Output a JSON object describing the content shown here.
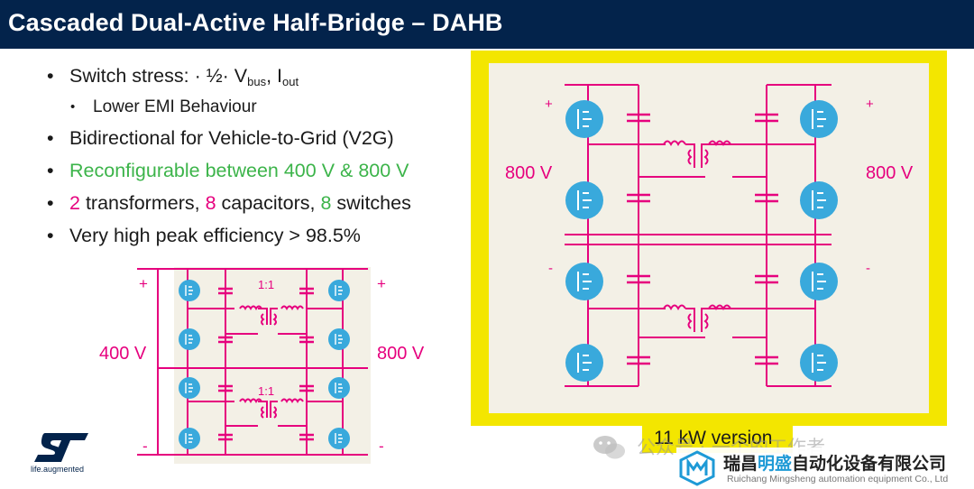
{
  "title": "Cascaded Dual-Active Half-Bridge – DAHB",
  "bullets": {
    "b1": {
      "text": "Switch stress: · ½· V",
      "sub1": "bus",
      "mid": ",   I",
      "sub2": "out"
    },
    "b1_sub": "Lower EMI Behaviour",
    "b2": "Bidirectional for Vehicle-to-Grid (V2G)",
    "b3": "Reconfigurable between 400 V & 800 V",
    "b4": {
      "n1": "2",
      "t1": " transformers, ",
      "n2": "8",
      "t2": " capacitors, ",
      "n3": "8",
      "t3": " switches"
    },
    "b5": "Very high peak efficiency > 98.5%"
  },
  "small_diagram": {
    "plus_left": "+",
    "plus_right": "+",
    "minus_left": "-",
    "minus_right": "-",
    "v_left": "400 V",
    "v_right": "800 V",
    "ratio_top": "1:1",
    "ratio_bottom": "1:1"
  },
  "big_diagram": {
    "plus_left": "+",
    "plus_right": "+",
    "minus_left": "-",
    "minus_right": "-",
    "v_left": "800 V",
    "v_right": "800 V",
    "caption": "11 kW version"
  },
  "colors": {
    "title_bg": "#03234b",
    "accent_pink": "#e6007e",
    "accent_green": "#3cb44a",
    "switch_blue": "#39a9dc",
    "frame_yellow": "#f3e600",
    "panel_bg": "#f3f0e6"
  },
  "watermark": "公众号 · 一个的工作者",
  "company": {
    "name_a": "瑞昌",
    "name_b": "明盛",
    "name_c": "自动化设备有限公司",
    "english": "Ruichang Mingsheng automation equipment Co., Ltd"
  },
  "brand": {
    "tagline": "life.augmented"
  }
}
